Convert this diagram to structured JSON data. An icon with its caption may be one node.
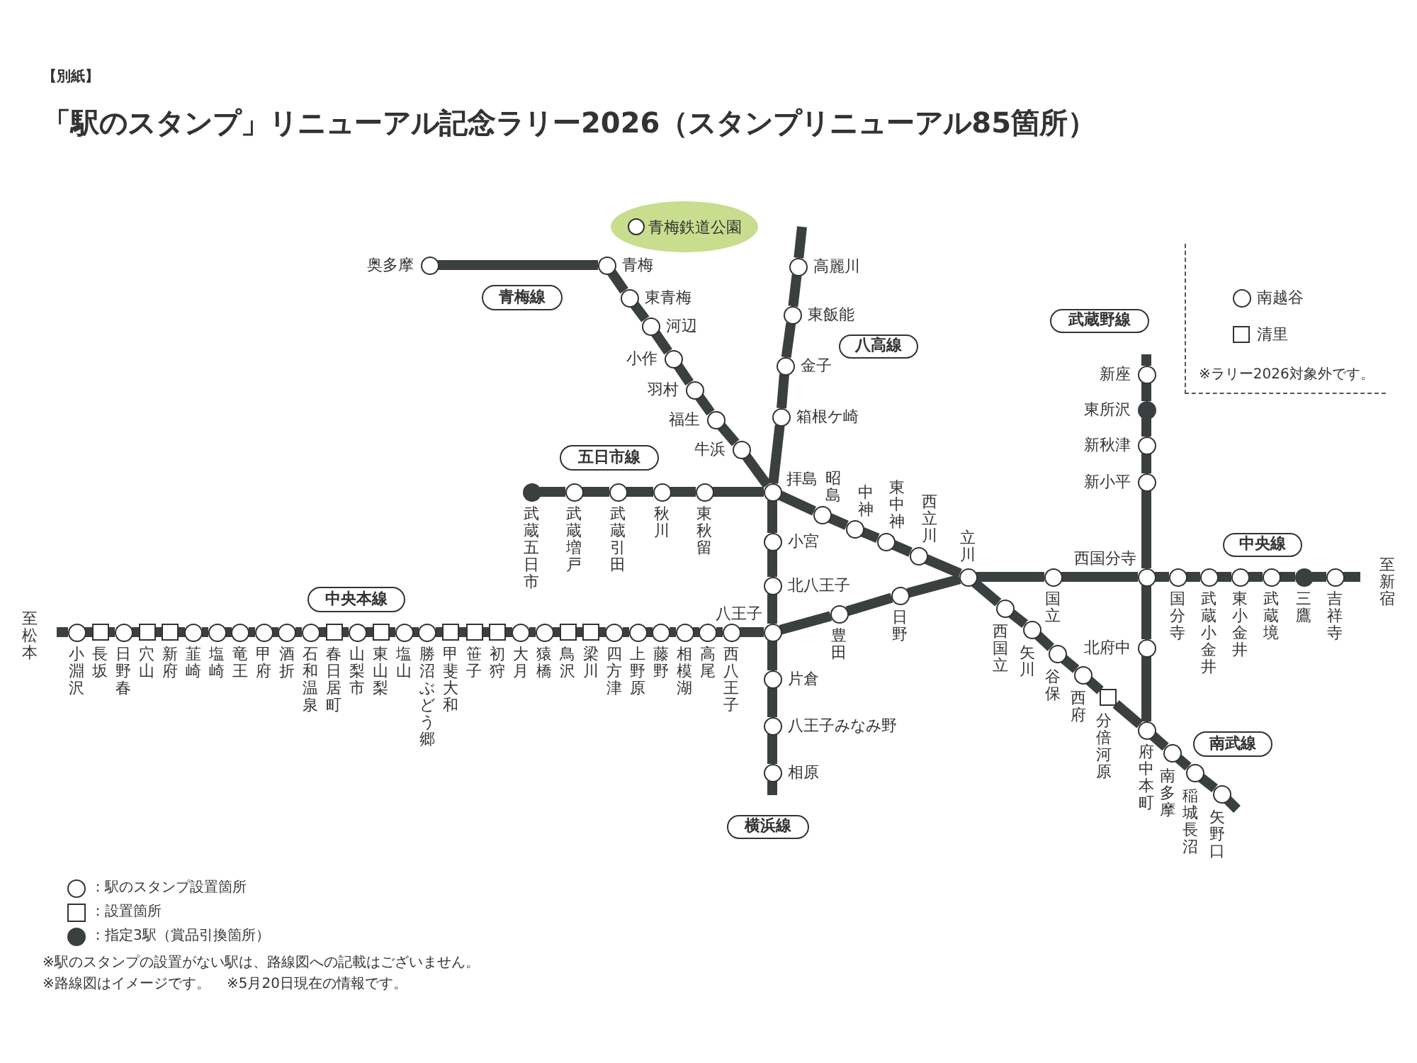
{
  "diagram": {
    "title": "「駅のスタンプ」リニューアル記念ラリー2026（スタンプリニューアル85箇所）",
    "nodes": [
      {
        "text": [
          "青梅鉄道公園"
        ]
      },
      {
        "text": [],
        "shape": "circle",
        "beside": [
          "奥多摩"
        ]
      },
      {
        "text": [],
        "shape": "circle",
        "beside": [
          "青梅"
        ]
      },
      {
        "text": [],
        "shape": "circle",
        "beside": [
          "高麗川"
        ]
      },
      {
        "text": [
          "青梅線"
        ]
      },
      {
        "text": [],
        "shape": "circle",
        "beside": [
          "東青梅"
        ]
      },
      {
        "text": [],
        "shape": "circle",
        "beside": [
          "河辺"
        ]
      },
      {
        "text": [],
        "shape": "circle",
        "beside": [
          "東飯能"
        ]
      },
      {
        "text": [
          "武蔵野線"
        ]
      },
      {
        "text": [
          "八高線"
        ]
      },
      {
        "text": [],
        "shape": "circle",
        "beside": [
          "小作"
        ]
      },
      {
        "text": [],
        "shape": "circle",
        "beside": [
          "金子"
        ]
      },
      {
        "text": [],
        "shape": "circle",
        "beside": [
          "新座"
        ]
      },
      {
        "text": [],
        "shape": "circle",
        "beside": [
          "羽村"
        ]
      },
      {
        "text": [],
        "shape": "dot",
        "beside": [
          "東所沢"
        ]
      },
      {
        "text": [],
        "shape": "circle",
        "beside": [
          "箱根ケ崎"
        ]
      },
      {
        "text": [],
        "shape": "circle",
        "beside": [
          "福生"
        ]
      },
      {
        "text": [],
        "shape": "circle",
        "beside": [
          "新秋津"
        ]
      },
      {
        "text": [],
        "shape": "circle",
        "beside": [
          "牛浜"
        ]
      },
      {
        "text": [
          "五日市線"
        ]
      },
      {
        "text": [],
        "shape": "circle",
        "beside": [
          "新小平"
        ]
      },
      {
        "text": [],
        "shape": "dot",
        "beside": [
          "武蔵五日市"
        ]
      },
      {
        "text": [],
        "shape": "circle",
        "beside": [
          "武蔵増戸"
        ]
      },
      {
        "text": [],
        "shape": "circle",
        "beside": [
          "武蔵引田"
        ]
      },
      {
        "text": [],
        "shape": "circle",
        "beside": [
          "秋川"
        ]
      },
      {
        "text": [],
        "shape": "circle",
        "beside": [
          "東秋留"
        ]
      },
      {
        "text": [],
        "shape": "circle",
        "beside": [
          "拝島"
        ]
      },
      {
        "text": [],
        "shape": "circle",
        "beside": [
          "昭島"
        ]
      },
      {
        "text": [],
        "shape": "circle",
        "beside": [
          "中神"
        ]
      },
      {
        "text": [],
        "shape": "circle",
        "beside": [
          "東中神"
        ]
      },
      {
        "text": [],
        "shape": "circle",
        "beside": [
          "小宮"
        ]
      },
      {
        "text": [],
        "shape": "circle",
        "beside": [
          "西立川"
        ]
      },
      {
        "text": [
          "中央線"
        ]
      },
      {
        "text": [],
        "shape": "circle",
        "beside": [
          "立川"
        ]
      },
      {
        "text": [],
        "shape": "circle",
        "beside": [
          "国立"
        ]
      },
      {
        "text": [],
        "shape": "circle",
        "beside": [
          "西国分寺"
        ]
      },
      {
        "text": [],
        "shape": "circle",
        "beside": [
          "国分寺"
        ]
      },
      {
        "text": [],
        "shape": "circle",
        "beside": [
          "武蔵小金井"
        ]
      },
      {
        "text": [],
        "shape": "circle",
        "beside": [
          "東小金井"
        ]
      },
      {
        "text": [],
        "shape": "circle",
        "beside": [
          "武蔵境"
        ]
      },
      {
        "text": [],
        "shape": "dot",
        "beside": [
          "三鷹"
        ]
      },
      {
        "text": [],
        "shape": "circle",
        "beside": [
          "吉祥寺"
        ]
      },
      {
        "text": [],
        "shape": "circle",
        "beside": [
          "北八王子"
        ]
      },
      {
        "text": [
          "中央本線"
        ]
      },
      {
        "text": [],
        "shape": "circle",
        "beside": [
          "小淵沢"
        ]
      },
      {
        "text": [],
        "shape": "box",
        "beside": [
          "長坂"
        ]
      },
      {
        "text": [],
        "shape": "circle",
        "beside": [
          "日野春"
        ]
      },
      {
        "text": [],
        "shape": "box",
        "beside": [
          "穴山"
        ]
      },
      {
        "text": [],
        "shape": "box",
        "beside": [
          "新府"
        ]
      },
      {
        "text": [],
        "shape": "circle",
        "beside": [
          "韮崎"
        ]
      },
      {
        "text": [],
        "shape": "circle",
        "beside": [
          "塩崎"
        ]
      },
      {
        "text": [],
        "shape": "circle",
        "beside": [
          "竜王"
        ]
      },
      {
        "text": [],
        "shape": "circle",
        "beside": [
          "甲府"
        ]
      },
      {
        "text": [],
        "shape": "circle",
        "beside": [
          "酒折"
        ]
      },
      {
        "text": [],
        "shape": "circle",
        "beside": [
          "石和温泉"
        ]
      },
      {
        "text": [],
        "shape": "box",
        "beside": [
          "春日居町"
        ]
      },
      {
        "text": [],
        "shape": "circle",
        "beside": [
          "山梨市"
        ]
      },
      {
        "text": [],
        "shape": "box",
        "beside": [
          "東山梨"
        ]
      },
      {
        "text": [],
        "shape": "circle",
        "beside": [
          "塩山"
        ]
      },
      {
        "text": [],
        "shape": "circle",
        "beside": [
          "勝沼ぶどう郷"
        ]
      },
      {
        "text": [],
        "shape": "box",
        "beside": [
          "甲斐大和"
        ]
      },
      {
        "text": [],
        "shape": "box",
        "beside": [
          "笹子"
        ]
      },
      {
        "text": [],
        "shape": "box",
        "beside": [
          "初狩"
        ]
      },
      {
        "text": [],
        "shape": "circle",
        "beside": [
          "大月"
        ]
      },
      {
        "text": [],
        "shape": "circle",
        "beside": [
          "猿橋"
        ]
      },
      {
        "text": [],
        "shape": "box",
        "beside": [
          "鳥沢"
        ]
      },
      {
        "text": [],
        "shape": "box",
        "beside": [
          "梁川"
        ]
      },
      {
        "text": [],
        "shape": "circle",
        "beside": [
          "四方津"
        ]
      },
      {
        "text": [],
        "shape": "circle",
        "beside": [
          "上野原"
        ]
      },
      {
        "text": [],
        "shape": "circle",
        "beside": [
          "藤野"
        ]
      },
      {
        "text": [],
        "shape": "circle",
        "beside": [
          "相模湖"
        ]
      },
      {
        "text": [],
        "shape": "circle",
        "beside": [
          "高尾"
        ]
      },
      {
        "text": [],
        "shape": "circle",
        "beside": [
          "西八王子"
        ]
      },
      {
        "text": [],
        "shape": "circle",
        "beside": [
          "八王子"
        ]
      },
      {
        "text": [],
        "shape": "circle",
        "beside": [
          "豊田"
        ]
      },
      {
        "text": [],
        "shape": "circle",
        "beside": [
          "日野"
        ]
      },
      {
        "text": [],
        "shape": "circle",
        "beside": [
          "西国立"
        ]
      },
      {
        "text": [],
        "shape": "circle",
        "beside": [
          "矢川"
        ]
      },
      {
        "text": [],
        "shape": "circle",
        "beside": [
          "北府中"
        ]
      },
      {
        "text": [],
        "shape": "circle",
        "beside": [
          "谷保"
        ]
      },
      {
        "text": [],
        "shape": "circle",
        "beside": [
          "西府"
        ]
      },
      {
        "text": [],
        "shape": "box",
        "beside": [
          "分倍河原"
        ]
      },
      {
        "text": [],
        "shape": "circle",
        "beside": [
          "片倉"
        ]
      },
      {
        "text": [],
        "shape": "circle",
        "beside": [
          "八王子みなみ野"
        ]
      },
      {
        "text": [],
        "shape": "circle",
        "beside": [
          "府中本町"
        ]
      },
      {
        "text": [
          "南武線"
        ]
      },
      {
        "text": [],
        "shape": "circle",
        "beside": [
          "南多摩"
        ]
      },
      {
        "text": [],
        "shape": "circle",
        "beside": [
          "相原"
        ]
      },
      {
        "text": [],
        "shape": "circle",
        "beside": [
          "稲城長沼"
        ]
      },
      {
        "text": [],
        "shape": "circle",
        "beside": [
          "矢野口"
        ]
      },
      {
        "text": [
          "横浜線"
        ]
      },
      {
        "text": [
          "※ラリー2026対象外です。"
        ]
      },
      {
        "text": [],
        "shape": "circle",
        "beside": [
          "南越谷"
        ],
        "in": 91
      },
      {
        "text": [],
        "shape": "box",
        "beside": [
          "清里"
        ],
        "in": 91
      }
    ],
    "edges": [
      {
        "from": 1,
        "to": 2,
        "arrow": "none"
      },
      {
        "from": 2,
        "to": 5,
        "arrow": "none"
      },
      {
        "from": 5,
        "to": 6,
        "arrow": "none"
      },
      {
        "from": 6,
        "to": 10,
        "arrow": "none"
      },
      {
        "from": 10,
        "to": 13,
        "arrow": "none"
      },
      {
        "from": 13,
        "to": 16,
        "arrow": "none"
      },
      {
        "from": 16,
        "to": 18,
        "arrow": "none"
      },
      {
        "from": 18,
        "to": 26,
        "arrow": "none"
      },
      {
        "from": 26,
        "to": 27,
        "arrow": "none"
      },
      {
        "from": 27,
        "to": 28,
        "arrow": "none"
      },
      {
        "from": 28,
        "to": 29,
        "arrow": "none"
      },
      {
        "from": 29,
        "to": 31,
        "arrow": "none"
      },
      {
        "from": 31,
        "to": 33,
        "arrow": "none"
      },
      {
        "from": 21,
        "to": 22,
        "arrow": "none"
      },
      {
        "from": 22,
        "to": 23,
        "arrow": "none"
      },
      {
        "from": 23,
        "to": 24,
        "arrow": "none"
      },
      {
        "from": 24,
        "to": 25,
        "arrow": "none"
      },
      {
        "from": 25,
        "to": 26,
        "arrow": "none"
      },
      {
        "from": 3,
        "to": null,
        "arrow": "none"
      },
      {
        "from": 3,
        "to": 7,
        "arrow": "none"
      },
      {
        "from": 7,
        "to": 11,
        "arrow": "none"
      },
      {
        "from": 11,
        "to": 15,
        "arrow": "none"
      },
      {
        "from": 15,
        "to": 26,
        "arrow": "none"
      },
      {
        "from": 26,
        "to": 30,
        "arrow": "none"
      },
      {
        "from": 30,
        "to": 42,
        "arrow": "none"
      },
      {
        "from": 42,
        "to": 73,
        "arrow": "none"
      },
      {
        "from": 73,
        "to": 82,
        "arrow": "none"
      },
      {
        "from": 82,
        "to": 83,
        "arrow": "none"
      },
      {
        "from": 83,
        "to": 87,
        "arrow": "none"
      },
      {
        "from": 87,
        "to": null,
        "arrow": "none"
      },
      {
        "from": 12,
        "to": null,
        "arrow": "none"
      },
      {
        "from": 12,
        "to": 14,
        "arrow": "none"
      },
      {
        "from": 14,
        "to": 17,
        "arrow": "none"
      },
      {
        "from": 17,
        "to": 20,
        "arrow": "none"
      },
      {
        "from": 20,
        "to": 35,
        "arrow": "none"
      },
      {
        "from": 35,
        "to": 78,
        "arrow": "none"
      },
      {
        "from": 78,
        "to": 84,
        "arrow": "none"
      },
      {
        "from": 44,
        "to": null,
        "arrow": "none"
      },
      {
        "from": 44,
        "to": 45,
        "arrow": "none"
      },
      {
        "from": 45,
        "to": 46,
        "arrow": "none"
      },
      {
        "from": 46,
        "to": 47,
        "arrow": "none"
      },
      {
        "from": 47,
        "to": 48,
        "arrow": "none"
      },
      {
        "from": 48,
        "to": 49,
        "arrow": "none"
      },
      {
        "from": 49,
        "to": 50,
        "arrow": "none"
      },
      {
        "from": 50,
        "to": 51,
        "arrow": "none"
      },
      {
        "from": 51,
        "to": 52,
        "arrow": "none"
      },
      {
        "from": 52,
        "to": 53,
        "arrow": "none"
      },
      {
        "from": 53,
        "to": 54,
        "arrow": "none"
      },
      {
        "from": 54,
        "to": 55,
        "arrow": "none"
      },
      {
        "from": 55,
        "to": 56,
        "arrow": "none"
      },
      {
        "from": 56,
        "to": 57,
        "arrow": "none"
      },
      {
        "from": 57,
        "to": 58,
        "arrow": "none"
      },
      {
        "from": 58,
        "to": 59,
        "arrow": "none"
      },
      {
        "from": 59,
        "to": 60,
        "arrow": "none"
      },
      {
        "from": 60,
        "to": 61,
        "arrow": "none"
      },
      {
        "from": 61,
        "to": 62,
        "arrow": "none"
      },
      {
        "from": 62,
        "to": 63,
        "arrow": "none"
      },
      {
        "from": 63,
        "to": 64,
        "arrow": "none"
      },
      {
        "from": 64,
        "to": 65,
        "arrow": "none"
      },
      {
        "from": 65,
        "to": 66,
        "arrow": "none"
      },
      {
        "from": 66,
        "to": 67,
        "arrow": "none"
      },
      {
        "from": 67,
        "to": 68,
        "arrow": "none"
      },
      {
        "from": 68,
        "to": 69,
        "arrow": "none"
      },
      {
        "from": 69,
        "to": 70,
        "arrow": "none"
      },
      {
        "from": 70,
        "to": 71,
        "arrow": "none"
      },
      {
        "from": 71,
        "to": 72,
        "arrow": "none"
      },
      {
        "from": 72,
        "to": 73,
        "arrow": "none"
      },
      {
        "from": 73,
        "to": 74,
        "arrow": "none"
      },
      {
        "from": 74,
        "to": 75,
        "arrow": "none"
      },
      {
        "from": 75,
        "to": 33,
        "arrow": "none"
      },
      {
        "from": 33,
        "to": 34,
        "arrow": "none"
      },
      {
        "from": 34,
        "to": 35,
        "arrow": "none"
      },
      {
        "from": 35,
        "to": 36,
        "arrow": "none"
      },
      {
        "from": 36,
        "to": 37,
        "arrow": "none"
      },
      {
        "from": 37,
        "to": 38,
        "arrow": "none"
      },
      {
        "from": 38,
        "to": 39,
        "arrow": "none"
      },
      {
        "from": 39,
        "to": 40,
        "arrow": "none"
      },
      {
        "from": 40,
        "to": 41,
        "arrow": "none"
      },
      {
        "from": 41,
        "to": null,
        "arrow": "none"
      },
      {
        "from": 33,
        "to": 76,
        "arrow": "none"
      },
      {
        "from": 76,
        "to": 77,
        "arrow": "none"
      },
      {
        "from": 77,
        "to": 79,
        "arrow": "none"
      },
      {
        "from": 79,
        "to": 80,
        "arrow": "none"
      },
      {
        "from": 80,
        "to": 81,
        "arrow": "none"
      },
      {
        "from": 81,
        "to": 84,
        "arrow": "none"
      },
      {
        "from": 84,
        "to": 86,
        "arrow": "none"
      },
      {
        "from": 86,
        "to": 88,
        "arrow": "none"
      },
      {
        "from": 88,
        "to": 89,
        "arrow": "none"
      },
      {
        "from": 89,
        "to": null,
        "arrow": "none"
      }
    ],
    "labels": [
      "【別紙】",
      "至新宿",
      "至松本",
      "※駅のスタンプの設置がない駅は、路線図への記載はございません。",
      "※路線図はイメージです。",
      "※5月20日現在の情報です。"
    ],
    "legend": [
      {
        "text": "：駅のスタンプ設置箇所"
      },
      {
        "text": "：設置箇所"
      },
      {
        "text": "：指定3駅（賞品引換箇所）",
        "color": "#3a3f3f"
      }
    ]
  }
}
